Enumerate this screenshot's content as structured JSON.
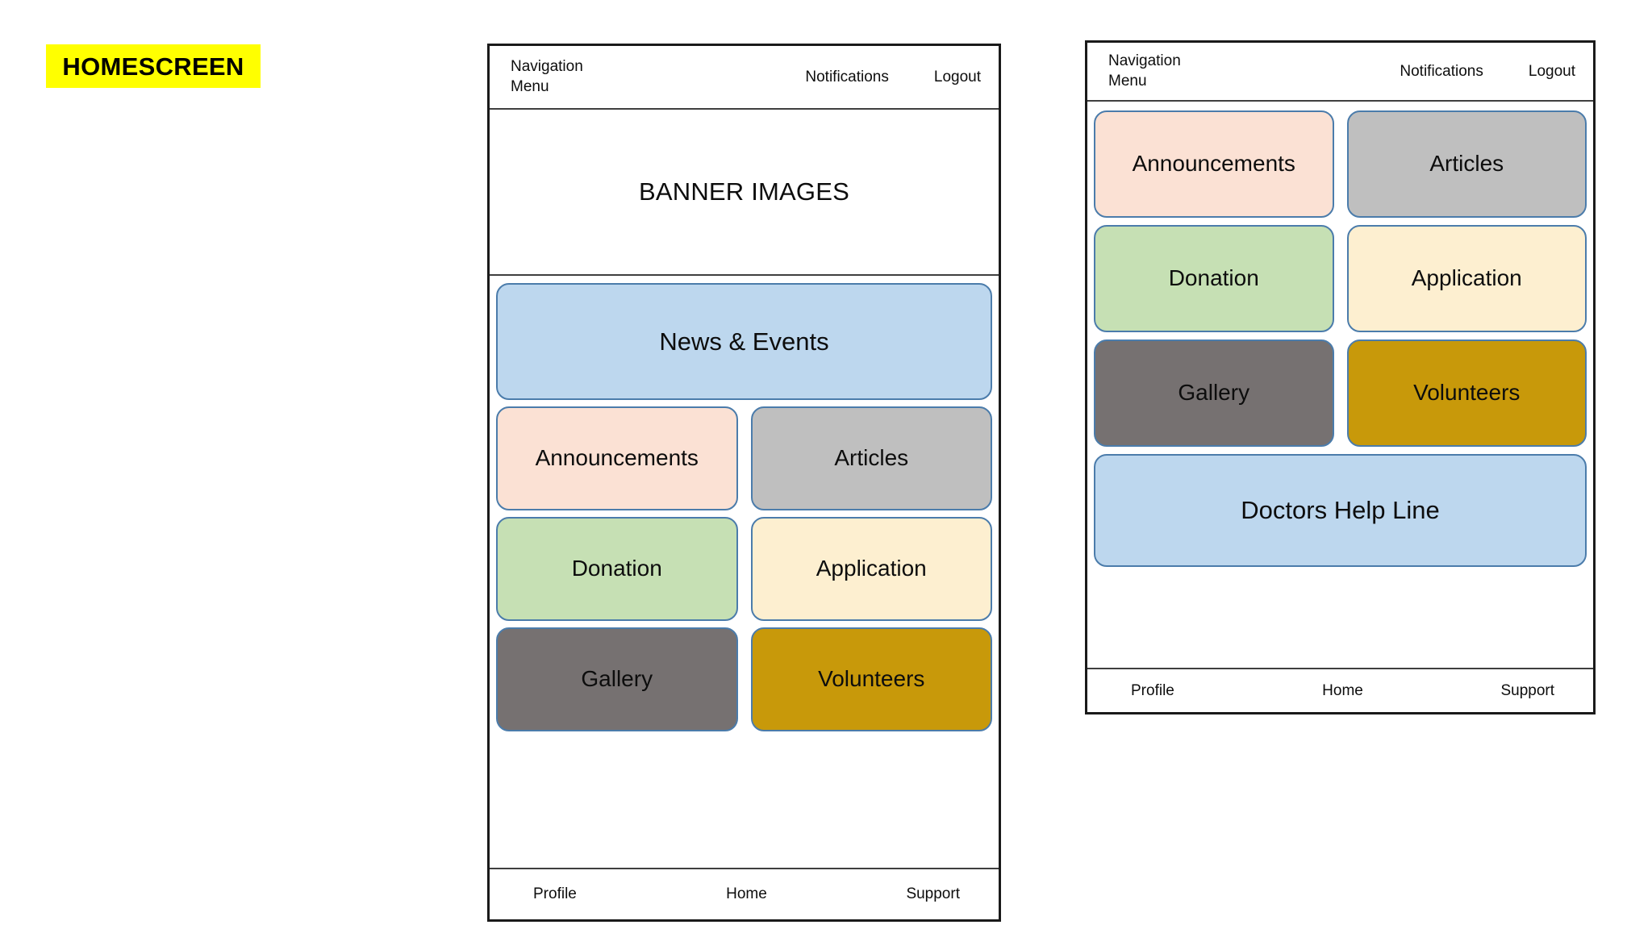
{
  "page": {
    "title_badge": "HOMESCREEN",
    "badge_background": "#FFFF00",
    "background": "#FFFFFF"
  },
  "common": {
    "topbar": {
      "nav_menu": "Navigation\nMenu",
      "notifications": "Notifications",
      "logout": "Logout"
    },
    "bottom_nav": {
      "profile": "Profile",
      "home": "Home",
      "support": "Support"
    },
    "tile_border_color": "#4B7CAB",
    "frame_border_color": "#1A1A1A"
  },
  "screen_1": {
    "banner": {
      "label": "BANNER IMAGES"
    },
    "tiles": [
      {
        "label": "News & Events",
        "color": "#BDD7EE",
        "span": "wide"
      },
      {
        "label": "Announcements",
        "color": "#FBE1D4",
        "span": "half"
      },
      {
        "label": "Articles",
        "color": "#BFBFBF",
        "span": "half"
      },
      {
        "label": "Donation",
        "color": "#C6E0B4",
        "span": "half"
      },
      {
        "label": "Application",
        "color": "#FDEFD0",
        "span": "half"
      },
      {
        "label": "Gallery",
        "color": "#767171",
        "span": "half"
      },
      {
        "label": "Volunteers",
        "color": "#C8990A",
        "span": "half"
      }
    ]
  },
  "screen_2": {
    "tiles": [
      {
        "label": "Announcements",
        "color": "#FBE1D4",
        "span": "half"
      },
      {
        "label": "Articles",
        "color": "#BFBFBF",
        "span": "half"
      },
      {
        "label": "Donation",
        "color": "#C6E0B4",
        "span": "half"
      },
      {
        "label": "Application",
        "color": "#FDEFD0",
        "span": "half"
      },
      {
        "label": "Gallery",
        "color": "#767171",
        "span": "half"
      },
      {
        "label": "Volunteers",
        "color": "#C8990A",
        "span": "half"
      },
      {
        "label": "Doctors Help Line",
        "color": "#BDD7EE",
        "span": "wide"
      }
    ]
  }
}
